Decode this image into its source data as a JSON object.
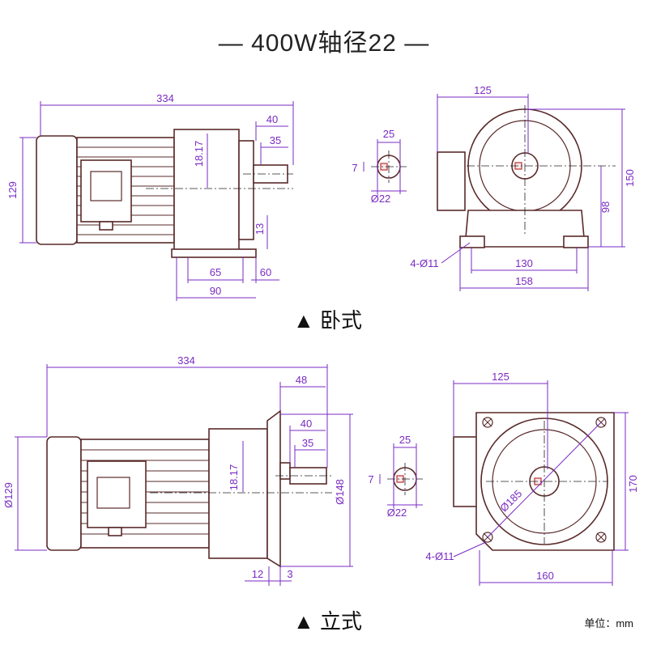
{
  "title": "— 400W轴径22 —",
  "horizontal": {
    "label": "▲ 卧式",
    "dims": {
      "overall_length": "334",
      "height": "129",
      "gear_len_40": "40",
      "shaft_35": "35",
      "center_height": "18.17",
      "base_13": "13",
      "base_65": "65",
      "base_60": "60",
      "base_90": "90",
      "key_25": "25",
      "key_7": "7",
      "shaft_dia": "Ø22",
      "front_125": "125",
      "front_150": "150",
      "front_98": "98",
      "holes": "4-Ø11",
      "front_130": "130",
      "front_158": "158"
    }
  },
  "vertical": {
    "label": "▲ 立式",
    "dims": {
      "overall_length": "334",
      "flange_48": "48",
      "gear_len_40": "40",
      "shaft_35": "35",
      "center_height": "18.17",
      "dia_129": "Ø129",
      "dia_148": "Ø148",
      "dim_12": "12",
      "dim_3": "3",
      "key_25": "25",
      "key_7": "7",
      "shaft_dia": "Ø22",
      "front_125": "125",
      "pcd": "Ø185",
      "front_170": "170",
      "holes": "4-Ø11",
      "front_160": "160"
    }
  },
  "unit_note": "单位：mm"
}
